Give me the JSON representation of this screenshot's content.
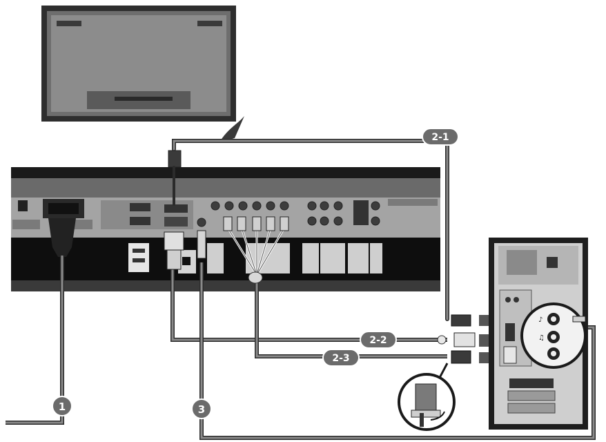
{
  "callouts": {
    "power_cable": "1",
    "dsub_cable": "2-1",
    "dvi_cable": "2-2",
    "bnc_cable": "2-3",
    "audio_cable": "3"
  },
  "colors": {
    "cable": "#8a8a8a",
    "cable_dark": "#2b2b2b",
    "panel_black": "#111111",
    "panel_gray": "#9a9a9a",
    "badge_fill": "#6b6b6b"
  },
  "icons": {
    "monitor_rear": "monitor-rear-icon",
    "computer_tower": "computer-tower-icon",
    "plug_zoom": "connector-zoom-icon"
  }
}
